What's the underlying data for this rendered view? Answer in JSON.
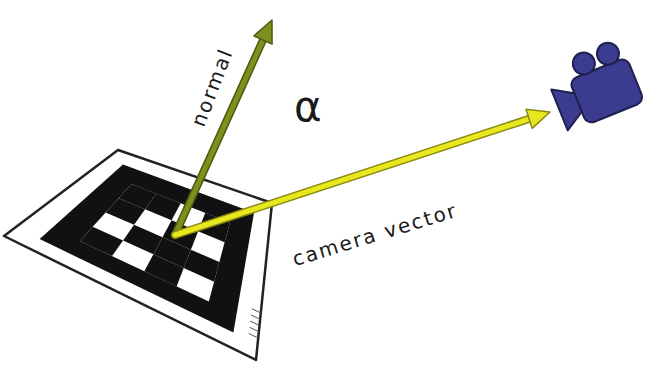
{
  "diagram": {
    "labels": [
      "normal",
      "α",
      "camera vector"
    ]
  }
}
